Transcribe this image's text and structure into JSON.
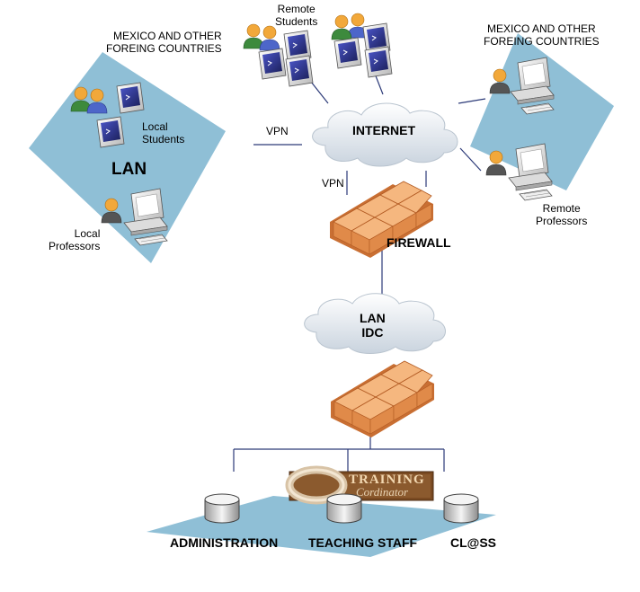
{
  "labels": {
    "remote_students": "Remote\nStudents",
    "mexico_left": "MEXICO AND OTHER\nFOREING COUNTRIES",
    "mexico_right": "MEXICO AND OTHER\nFOREING COUNTRIES",
    "local_students": "Local\nStudents",
    "lan": "LAN",
    "local_professors": "Local\nProfessors",
    "vpn_left": "VPN",
    "vpn_center": "VPN",
    "internet": "INTERNET",
    "firewall": "FIREWALL",
    "lan_idc": "LAN\nIDC",
    "remote_professors": "Remote\nProfessors",
    "administration": "ADMINISTRATION",
    "teaching_staff": "TEACHING STAFF",
    "class": "CL@SS",
    "logo_line1": "TRAINING",
    "logo_line2": "Cordinator"
  },
  "colors": {
    "zone_blue": "#8fbfd6",
    "brick": "#f1b27b",
    "cloud": "#e9eff5",
    "line": "#2c3a78"
  }
}
